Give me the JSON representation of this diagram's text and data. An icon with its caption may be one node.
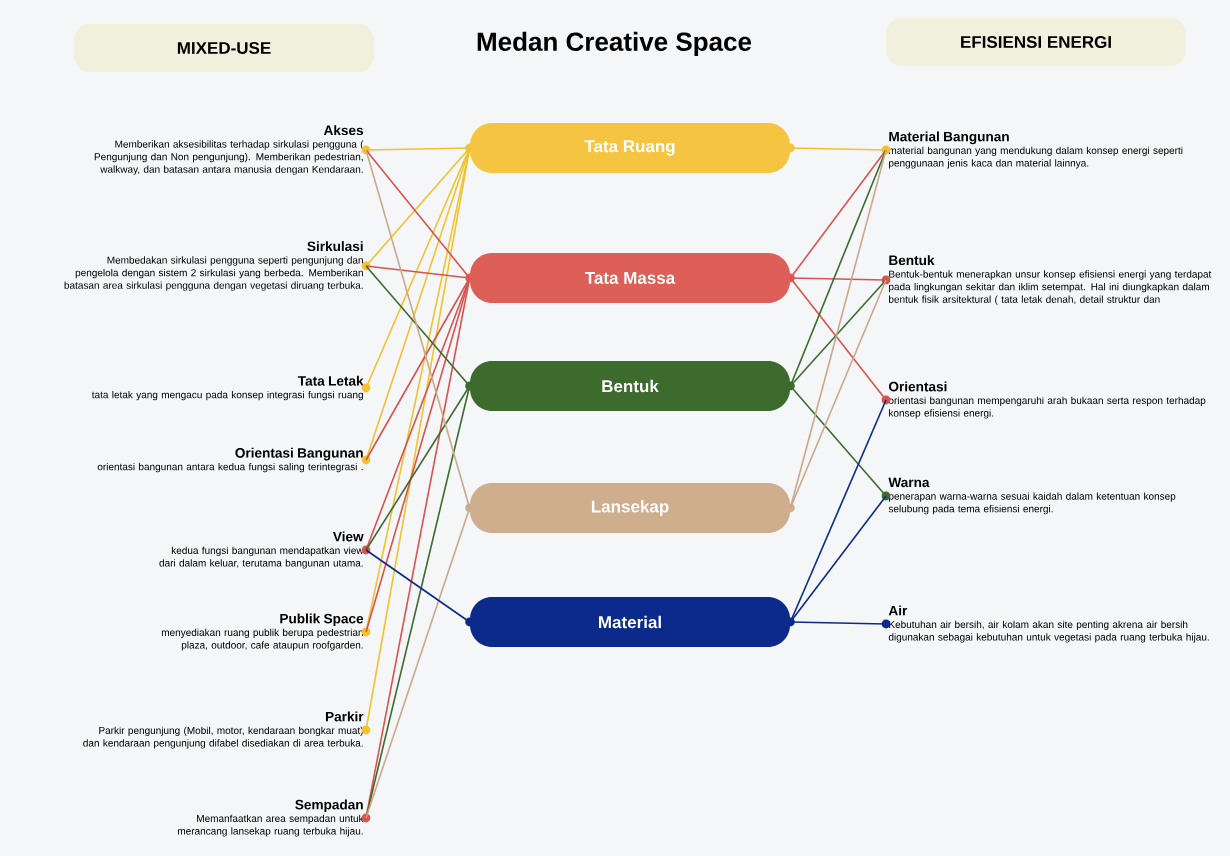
{
  "diagram": {
    "title": "Medan Creative Space",
    "nodes": [
      {
        "text": [
          "MIXED-USE"
        ]
      },
      {
        "text": [
          "EFISIENSI ENERGI"
        ]
      },
      {
        "text": [
          "Akses",
          "Memberikan aksesibilitas terhadap sirkulasi pengguna ( Pengunjung dan Non pengunjung). Memberikan pedestrian, walkway, dan batasan antara manusia dengan Kendaraan."
        ]
      },
      {
        "text": [
          "Sirkulasi",
          "Membedakan sirkulasi pengguna seperti pengunjung dan pengelola dengan sistem 2 sirkulasi yang berbeda. Memberikan batasan area sirkulasi pengguna dengan vegetasi diruang terbuka."
        ]
      },
      {
        "text": [
          "Tata Letak",
          "tata letak yang mengacu pada konsep integrasi fungsi ruang"
        ]
      },
      {
        "text": [
          "Orientasi Bangunan",
          "orientasi bangunan antara kedua fungsi saling terintegrasi ."
        ]
      },
      {
        "text": [
          "View",
          "kedua fungsi bangunan mendapatkan view dari dalam keluar, terutama bangunan utama."
        ]
      },
      {
        "text": [
          "Publik Space",
          "menyediakan ruang publik berupa pedestrian plaza, outdoor, cafe ataupun roofgarden."
        ]
      },
      {
        "text": [
          "Parkir",
          "Parkir pengunjung (Mobil, motor, kendaraan bongkar muat) dan kendaraan pengunjung difabel disediakan di area terbuka."
        ]
      },
      {
        "text": [
          "Sempadan",
          "Memanfaatkan area sempadan untuk merancang lansekap ruang terbuka hijau."
        ]
      },
      {
        "text": [
          "Tata Ruang"
        ]
      },
      {
        "text": [
          "Tata Massa"
        ]
      },
      {
        "text": [
          "Bentuk"
        ]
      },
      {
        "text": [
          "Lansekap"
        ]
      },
      {
        "text": [
          "Material"
        ]
      },
      {
        "text": [
          "Material Bangunan",
          "material bangunan yang mendukung dalam konsep energi seperti penggunaan jenis kaca dan material lainnya."
        ]
      },
      {
        "text": [
          "Bentuk",
          "Bentuk-bentuk menerapkan unsur konsep efisiensi energi yang terdapat pada lingkungan sekitar dan iklim setempat. Hal ini diungkapkan dalam bentuk fisik arsitektural ( tata letak denah, detail struktur dan"
        ]
      },
      {
        "text": [
          "Orientasi",
          "orientasi bangunan mempengaruhi arah bukaan serta respon terhadap konsep efisiensi energi."
        ]
      },
      {
        "text": [
          "Warna",
          "penerapan warna-warna sesuai kaidah dalam ketentuan konsep selubung pada tema efisiensi energi."
        ]
      },
      {
        "text": [
          "Air",
          "Kebutuhan air bersih, air kolam akan site penting akrena air bersih digunakan sebagai kebutuhan untuk vegetasi pada ruang terbuka hijau."
        ]
      }
    ],
    "edges": [
      {
        "from": 10,
        "to": 2,
        "arrow": "none",
        "color": "#f2c230"
      },
      {
        "from": 10,
        "to": 3,
        "arrow": "none",
        "color": "#f2c230"
      },
      {
        "from": 10,
        "to": 4,
        "arrow": "none",
        "color": "#f2c230"
      },
      {
        "from": 10,
        "to": 5,
        "arrow": "none",
        "color": "#f2c230"
      },
      {
        "from": 10,
        "to": 7,
        "arrow": "none",
        "color": "#f2c230"
      },
      {
        "from": 10,
        "to": 8,
        "arrow": "none",
        "color": "#f2c230"
      },
      {
        "from": 10,
        "to": 15,
        "arrow": "none",
        "color": "#f2c230"
      },
      {
        "from": 11,
        "to": 2,
        "arrow": "none",
        "color": "#d9534f"
      },
      {
        "from": 11,
        "to": 3,
        "arrow": "none",
        "color": "#d9534f"
      },
      {
        "from": 11,
        "to": 5,
        "arrow": "none",
        "color": "#d9534f"
      },
      {
        "from": 11,
        "to": 6,
        "arrow": "none",
        "color": "#d9534f"
      },
      {
        "from": 11,
        "to": 7,
        "arrow": "none",
        "color": "#d9534f"
      },
      {
        "from": 11,
        "to": 9,
        "arrow": "none",
        "color": "#d9534f"
      },
      {
        "from": 11,
        "to": 15,
        "arrow": "none",
        "color": "#d9534f"
      },
      {
        "from": 11,
        "to": 16,
        "arrow": "none",
        "color": "#d9534f"
      },
      {
        "from": 11,
        "to": 17,
        "arrow": "none",
        "color": "#d9534f"
      },
      {
        "from": 12,
        "to": 3,
        "arrow": "none",
        "color": "#3d6b2e"
      },
      {
        "from": 12,
        "to": 6,
        "arrow": "none",
        "color": "#3d6b2e"
      },
      {
        "from": 12,
        "to": 9,
        "arrow": "none",
        "color": "#3d6b2e"
      },
      {
        "from": 12,
        "to": 15,
        "arrow": "none",
        "color": "#3d6b2e"
      },
      {
        "from": 12,
        "to": 16,
        "arrow": "none",
        "color": "#3d6b2e"
      },
      {
        "from": 12,
        "to": 18,
        "arrow": "none",
        "color": "#3d6b2e"
      },
      {
        "from": 13,
        "to": 2,
        "arrow": "none",
        "color": "#c9a98a"
      },
      {
        "from": 13,
        "to": 9,
        "arrow": "none",
        "color": "#c9a98a"
      },
      {
        "from": 13,
        "to": 15,
        "arrow": "none",
        "color": "#c9a98a"
      },
      {
        "from": 13,
        "to": 16,
        "arrow": "none",
        "color": "#c9a98a"
      },
      {
        "from": 14,
        "to": 6,
        "arrow": "none",
        "color": "#0b2a8c"
      },
      {
        "from": 14,
        "to": 17,
        "arrow": "none",
        "color": "#0b2a8c"
      },
      {
        "from": 14,
        "to": 18,
        "arrow": "none",
        "color": "#0b2a8c"
      },
      {
        "from": 14,
        "to": 19,
        "arrow": "none",
        "color": "#0b2a8c"
      }
    ]
  }
}
